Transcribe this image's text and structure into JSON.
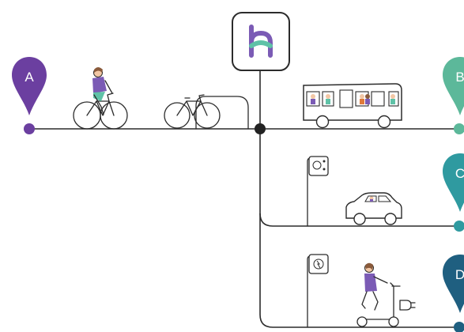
{
  "hub": {
    "logo_icon": "h-logo-icon",
    "colors": {
      "purple": "#7b5bb5",
      "teal": "#5fc2a7"
    }
  },
  "pins": [
    {
      "id": "a",
      "letter": "A",
      "color": "#6b3fa0"
    },
    {
      "id": "b",
      "letter": "B",
      "color": "#5cb89a"
    },
    {
      "id": "c",
      "letter": "C",
      "color": "#2f9aa0"
    },
    {
      "id": "d",
      "letter": "D",
      "color": "#1f5f80"
    }
  ],
  "icons": {
    "cyclist": "cyclist-icon",
    "bicycle_rack": "bicycle-rack-icon",
    "bus": "bus-icon",
    "charger_c": "ev-charger-icon",
    "car": "car-icon",
    "charger_d": "scooter-charger-icon",
    "scooter": "scooter-rider-icon",
    "plug": "plug-icon"
  }
}
